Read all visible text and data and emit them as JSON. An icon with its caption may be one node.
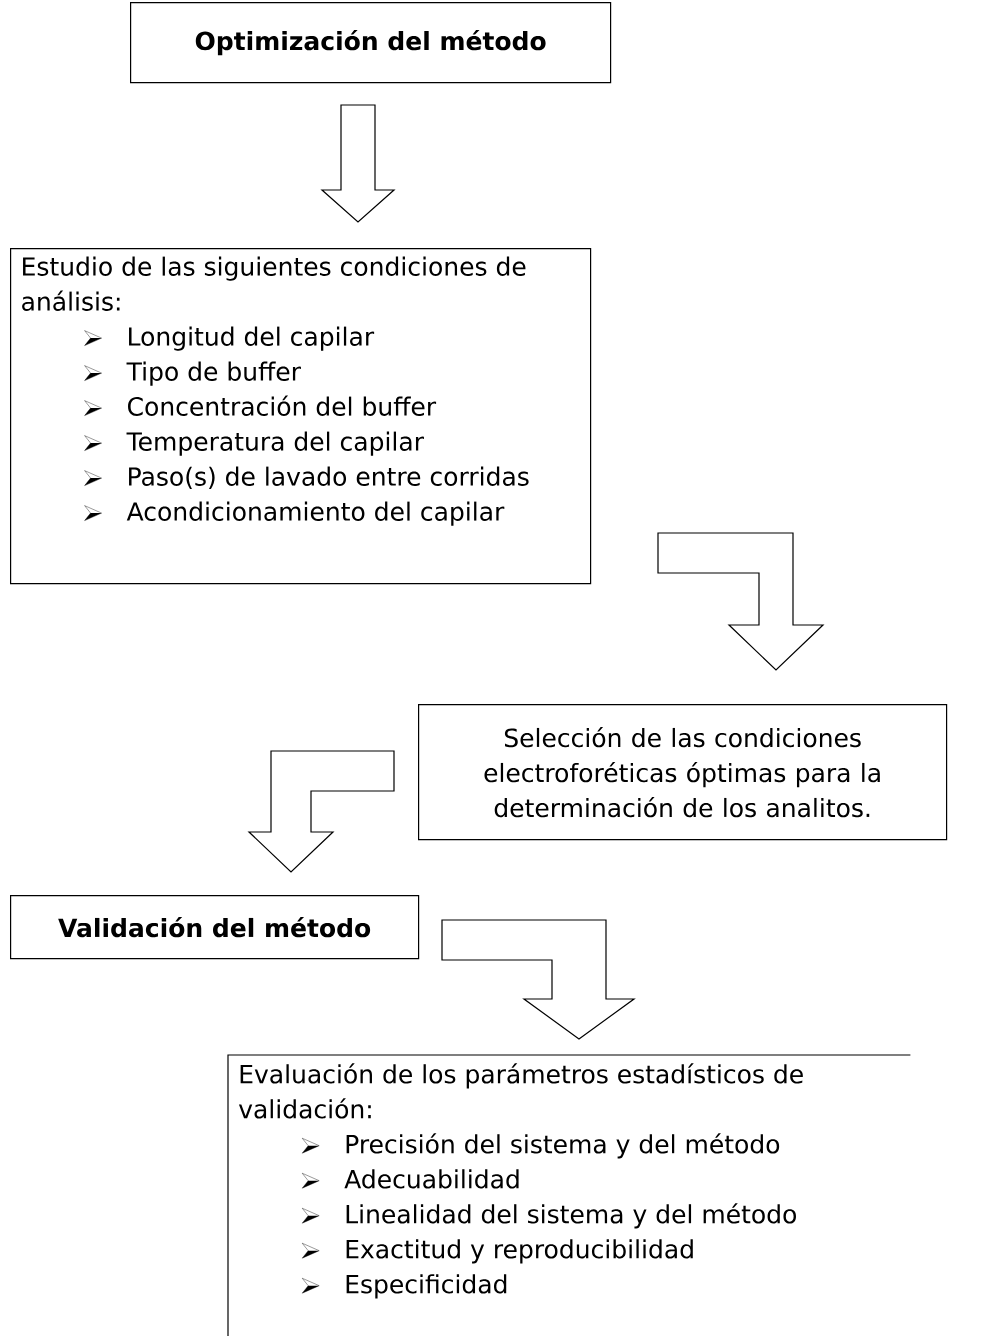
{
  "diagram": {
    "nodes": [
      {
        "text": [
          "Optimización del método"
        ]
      },
      {
        "text": [
          "Estudio de las siguientes condiciones de análisis:",
          "Longitud del capilar",
          "Tipo de buffer",
          "Concentración del buffer",
          "Temperatura del capilar",
          "Paso(s) de lavado entre corridas",
          "Acondicionamiento del capilar"
        ]
      },
      {
        "text": [
          "Selección de las condiciones electroforéticas óptimas para la determinación de los analitos."
        ]
      },
      {
        "text": [
          "Validación del método"
        ]
      },
      {
        "text": [
          "Evaluación de los parámetros estadísticos de validación:",
          "Precisión del sistema y del método",
          "Adecuabilidad",
          "Linealidad del sistema y del método",
          "Exactitud y reproducibilidad",
          "Especificidad"
        ]
      }
    ],
    "edges": [
      {
        "from": 0,
        "to": 1,
        "arrow": "to"
      },
      {
        "from": 1,
        "to": 2,
        "arrow": "to"
      },
      {
        "from": 2,
        "to": 3,
        "arrow": "to"
      },
      {
        "from": 3,
        "to": 4,
        "arrow": "to"
      }
    ]
  }
}
